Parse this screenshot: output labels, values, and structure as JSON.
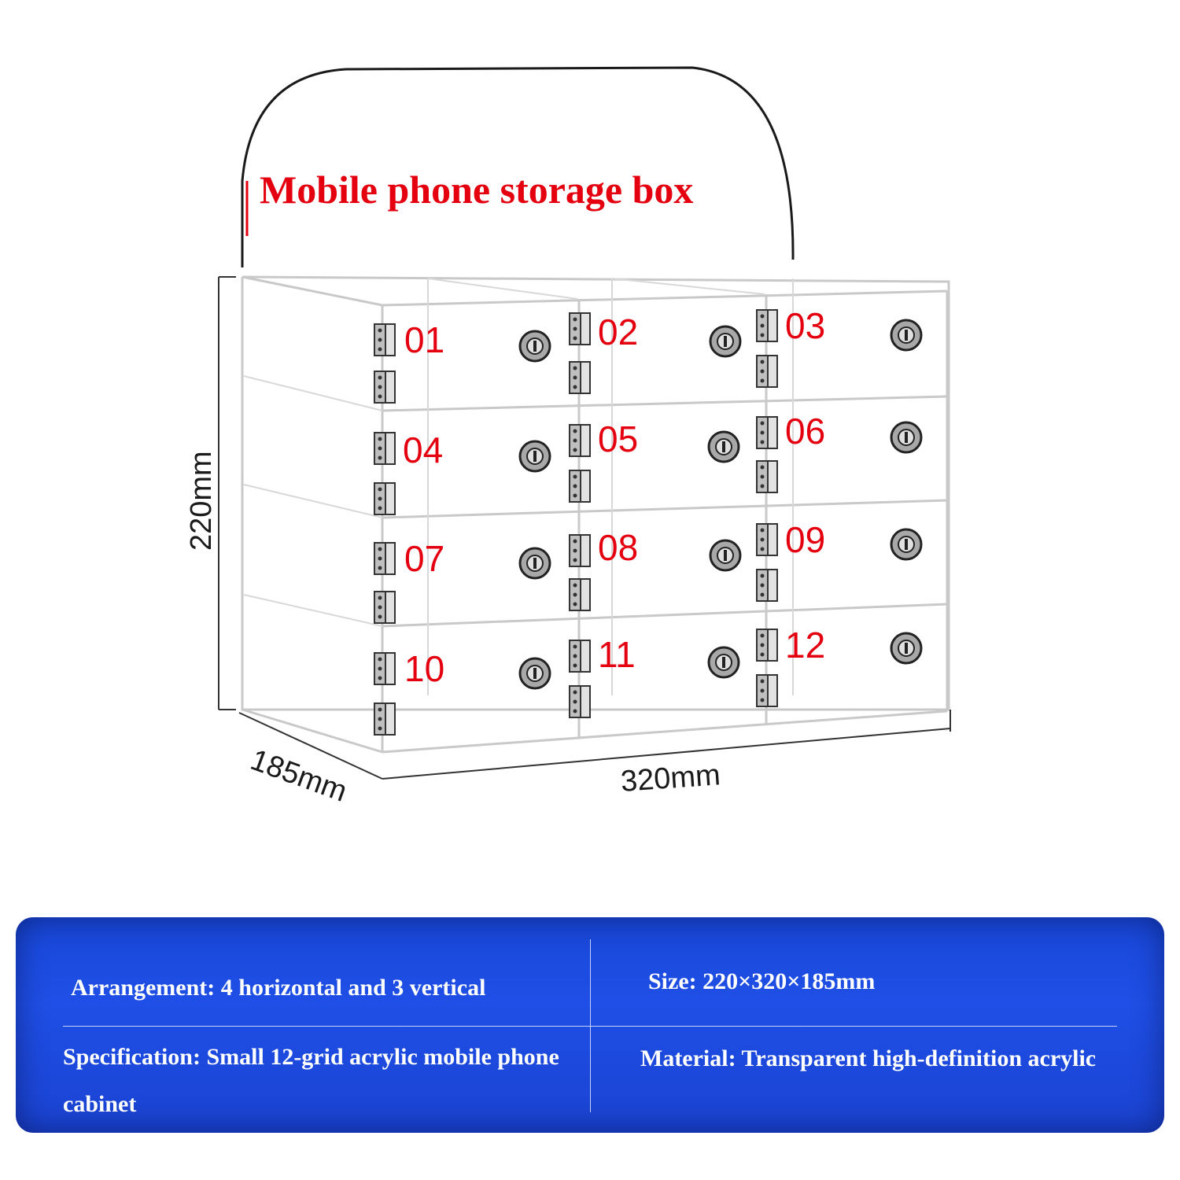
{
  "title": "Mobile phone storage box",
  "compartments": [
    "01",
    "02",
    "03",
    "04",
    "05",
    "06",
    "07",
    "08",
    "09",
    "10",
    "11",
    "12"
  ],
  "dimensions": {
    "height": "220mm",
    "depth": "185mm",
    "width": "320mm"
  },
  "specs": {
    "arrangement": "Arrangement: 4 horizontal and 3 vertical",
    "size": "Size: 220×320×185mm",
    "specification": "Specification: Small 12-grid acrylic mobile phone cabinet",
    "material": "Material: Transparent high-definition acrylic"
  },
  "colors": {
    "title": "#e4000f",
    "numbers": "#e4000f",
    "panel": "#1f4fe6",
    "panel_text": "#ffffff"
  },
  "icons": [
    "hinge-icon",
    "lock-icon"
  ]
}
